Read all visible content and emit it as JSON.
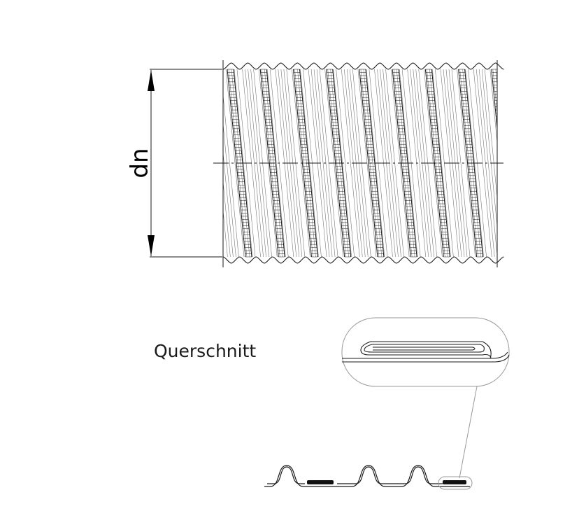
{
  "labels": {
    "diameter": "dn",
    "cross_section": "Querschnitt"
  },
  "colors": {
    "line": "#1a1a1a",
    "fine_line": "#777777",
    "detail_border": "#999999",
    "seam_fill": "#111111"
  },
  "pipe": {
    "helix_turns_visible": 9,
    "ribs_per_turn": 2
  }
}
